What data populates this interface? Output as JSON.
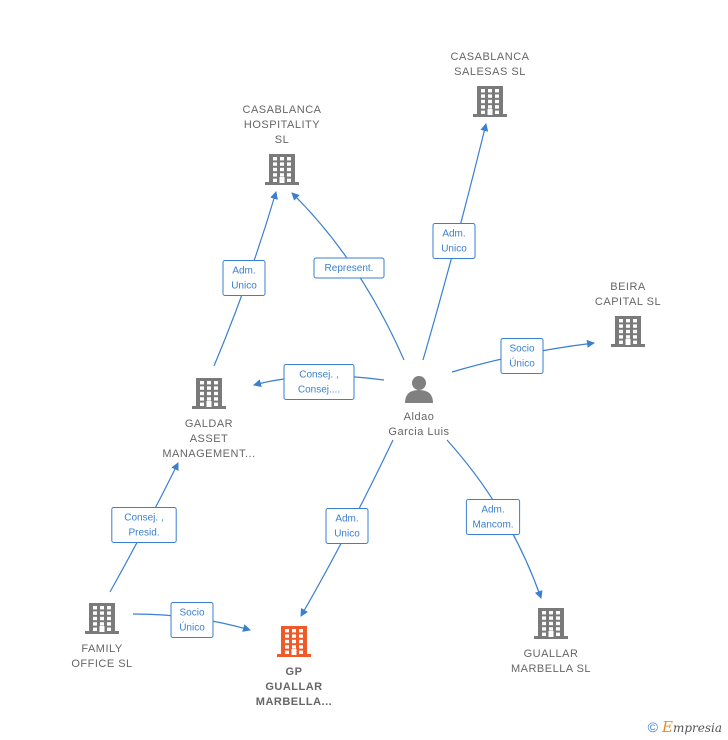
{
  "colors": {
    "building": "#7a7a7a",
    "highlight": "#f05a28",
    "edge": "#3a7fd0",
    "person": "#808080"
  },
  "nodes": [
    {
      "id": "casablanca_hospitality",
      "type": "company",
      "lines": [
        "CASABLANCA",
        "HOSPITALITY",
        "SL"
      ]
    },
    {
      "id": "casablanca_salesas",
      "type": "company",
      "lines": [
        "CASABLANCA",
        "SALESAS  SL"
      ]
    },
    {
      "id": "beira",
      "type": "company",
      "lines": [
        "BEIRA",
        "CAPITAL  SL"
      ]
    },
    {
      "id": "galdar",
      "type": "company",
      "lines": [
        "GALDAR",
        "ASSET",
        "MANAGEMENT..."
      ]
    },
    {
      "id": "aldao",
      "type": "person",
      "lines": [
        "Aldao",
        "Garcia Luis"
      ]
    },
    {
      "id": "family",
      "type": "company",
      "lines": [
        "FAMILY",
        "OFFICE  SL"
      ]
    },
    {
      "id": "gp",
      "type": "company",
      "highlight": true,
      "lines": [
        "GP",
        "GUALLAR",
        "MARBELLA..."
      ]
    },
    {
      "id": "guallar",
      "type": "company",
      "lines": [
        "GUALLAR",
        "MARBELLA  SL"
      ]
    }
  ],
  "edges": [
    {
      "from": "aldao",
      "to": "casablanca_hospitality",
      "label": [
        "Represent."
      ]
    },
    {
      "from": "aldao",
      "to": "casablanca_salesas",
      "label": [
        "Adm.",
        "Unico"
      ]
    },
    {
      "from": "aldao",
      "to": "beira",
      "label": [
        "Socio",
        "Único"
      ]
    },
    {
      "from": "aldao",
      "to": "galdar",
      "label": [
        "Consej. ,",
        "Consej...."
      ]
    },
    {
      "from": "galdar",
      "to": "casablanca_hospitality",
      "label": [
        "Adm.",
        "Unico"
      ]
    },
    {
      "from": "family",
      "to": "galdar",
      "label": [
        "Consej. ,",
        "Presid."
      ]
    },
    {
      "from": "family",
      "to": "gp",
      "label": [
        "Socio",
        "Único"
      ]
    },
    {
      "from": "aldao",
      "to": "gp",
      "label": [
        "Adm.",
        "Unico"
      ]
    },
    {
      "from": "aldao",
      "to": "guallar",
      "label": [
        "Adm.",
        "Mancom."
      ]
    }
  ],
  "footer": {
    "copyright": "©",
    "brand_initial": "E",
    "brand_rest": "mpresia"
  }
}
